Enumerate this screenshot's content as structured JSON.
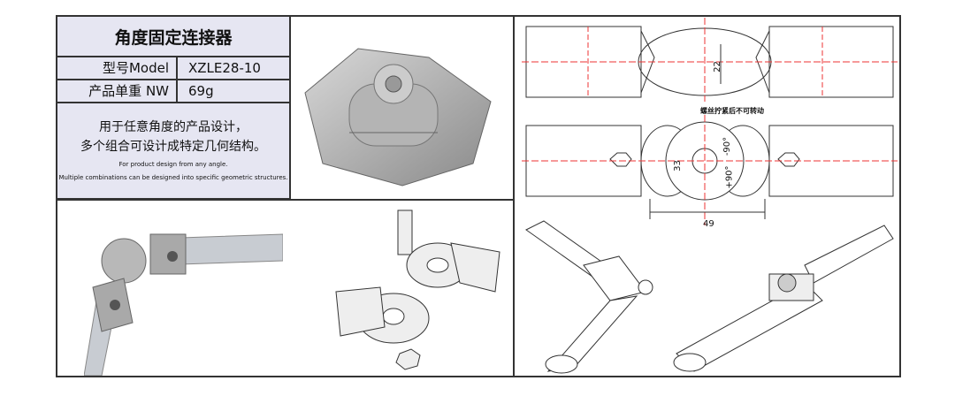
{
  "spec": {
    "title": "角度固定连接器",
    "model_label": "型号Model",
    "model_value": "XZLE28-10",
    "weight_label": "产品单重 NW",
    "weight_value": "69g",
    "desc_cn_1": "用于任意角度的产品设计，",
    "desc_cn_2": "多个组合可设计成特定几何结构。",
    "desc_en_1": "For product design from any angle.",
    "desc_en_2": "Multiple combinations can be designed into specific geometric structures."
  },
  "drawing": {
    "dim_height_top": "22",
    "dim_height_bottom": "33",
    "dim_width": "49",
    "angle_neg": "-90°",
    "angle_pos": "+90°",
    "note": "螺丝拧紧后不可转动"
  }
}
